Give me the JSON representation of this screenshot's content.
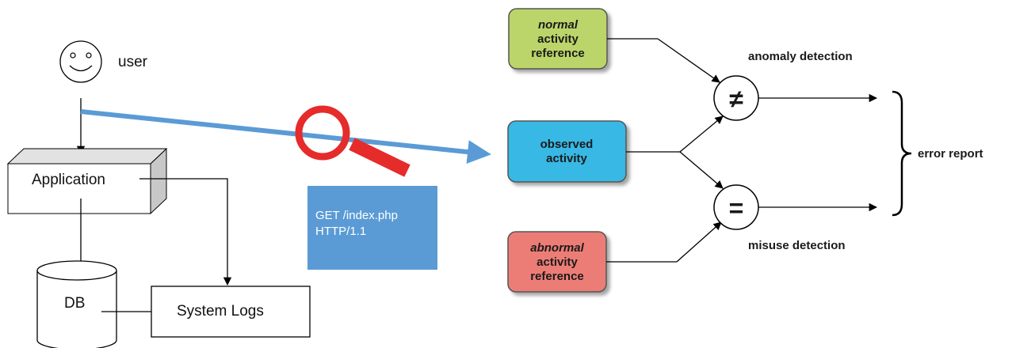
{
  "left_flow": {
    "user_label": "user",
    "application_label": "Application",
    "db_label": "DB",
    "system_logs_label": "System Logs"
  },
  "http_request": {
    "line1": "GET /index.php",
    "line2": "HTTP/1.1"
  },
  "detection": {
    "normal_ref": {
      "italic": "normal",
      "line2": "activity",
      "line3": "reference"
    },
    "observed": {
      "line1": "observed",
      "line2": "activity"
    },
    "abnormal_ref": {
      "italic": "abnormal",
      "line2": "activity",
      "line3": "reference"
    },
    "anomaly_label": "anomaly detection",
    "misuse_label": "misuse detection",
    "not_equal_symbol": "≠",
    "equal_symbol": "=",
    "error_report_label": "error report"
  },
  "colors": {
    "normal_box": "#bcd56a",
    "observed_box": "#39b8e4",
    "abnormal_box": "#ec7d76",
    "magnifier": "#e62b2b",
    "flow_arrow": "#5b9bd5",
    "http_box": "#5b9bd5"
  },
  "icons": [
    "smiley-icon",
    "magnifier-icon"
  ]
}
